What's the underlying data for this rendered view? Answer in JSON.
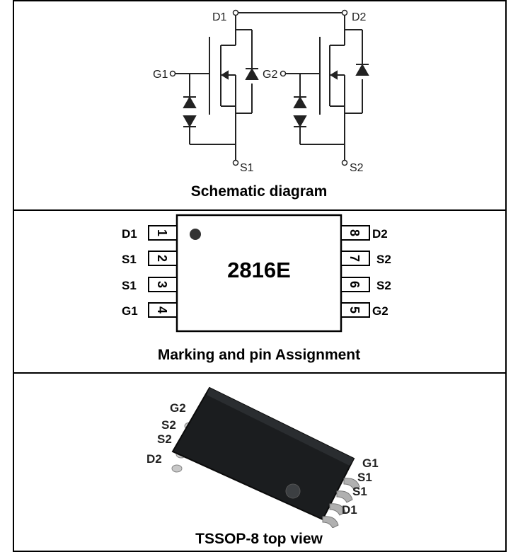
{
  "schematic": {
    "caption": "Schematic diagram",
    "labels": {
      "d1": "D1",
      "d2": "D2",
      "g1": "G1",
      "g2": "G2",
      "s1": "S1",
      "s2": "S2"
    }
  },
  "pinout": {
    "caption": "Marking and pin Assignment",
    "marking": "2816E",
    "left_pins": [
      {
        "label": "D1",
        "number": "1"
      },
      {
        "label": "S1",
        "number": "2"
      },
      {
        "label": "S1",
        "number": "3"
      },
      {
        "label": "G1",
        "number": "4"
      }
    ],
    "right_pins": [
      {
        "label": "D2",
        "number": "8"
      },
      {
        "label": "S2",
        "number": "7"
      },
      {
        "label": "S2",
        "number": "6"
      },
      {
        "label": "G2",
        "number": "5"
      }
    ]
  },
  "package": {
    "caption": "TSSOP-8 top view",
    "left_labels": [
      "G2",
      "S2",
      "S2",
      "D2"
    ],
    "right_labels": [
      "G1",
      "S1",
      "S1",
      "D1"
    ]
  }
}
